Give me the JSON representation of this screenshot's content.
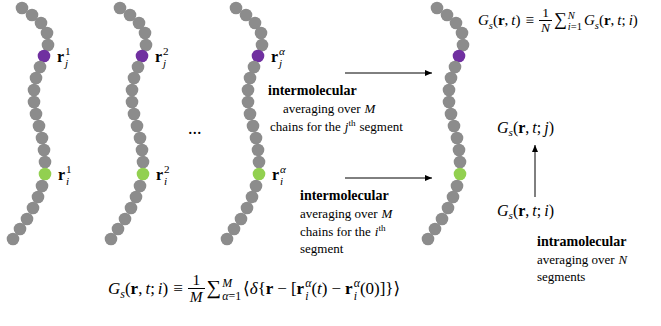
{
  "diagram": {
    "labels": [
      "r",
      "j",
      "1",
      "r",
      "i",
      "1",
      "r",
      "j",
      "2",
      "r",
      "i",
      "2",
      "...",
      "r",
      "j",
      "α",
      "r",
      "i",
      "α",
      "intermolecular",
      "averaging over",
      "M",
      "chains for the",
      "j",
      "th",
      "segment",
      "intermolecular",
      "averaging over",
      "M",
      "chains for the",
      "i",
      "th",
      "segment",
      "G",
      "s",
      "(",
      "r",
      ",",
      "t",
      ")",
      "≡",
      "1",
      "N",
      "∑",
      "i",
      "=",
      "1",
      "N",
      "G",
      "s",
      "(",
      "r",
      ",",
      "t",
      ";",
      "i",
      ")",
      "G",
      "s",
      "(",
      "r",
      ",",
      "t",
      ";",
      "j",
      ")",
      "G",
      "s",
      "(",
      "r",
      ",",
      "t",
      ";",
      "i",
      ")",
      "intramolecular",
      "averaging over",
      "N",
      "segments",
      "G",
      "s",
      "(",
      "r",
      ",",
      "t",
      ";",
      "i",
      ")",
      "≡",
      "1",
      "M",
      "∑",
      "α",
      "=",
      "1",
      "M",
      "⟨",
      "δ",
      "{",
      "r",
      "−",
      "[",
      "r",
      "i",
      "α",
      "(",
      "t",
      ")",
      "−",
      "r",
      "i",
      "α",
      "(0)]}⟩"
    ]
  }
}
